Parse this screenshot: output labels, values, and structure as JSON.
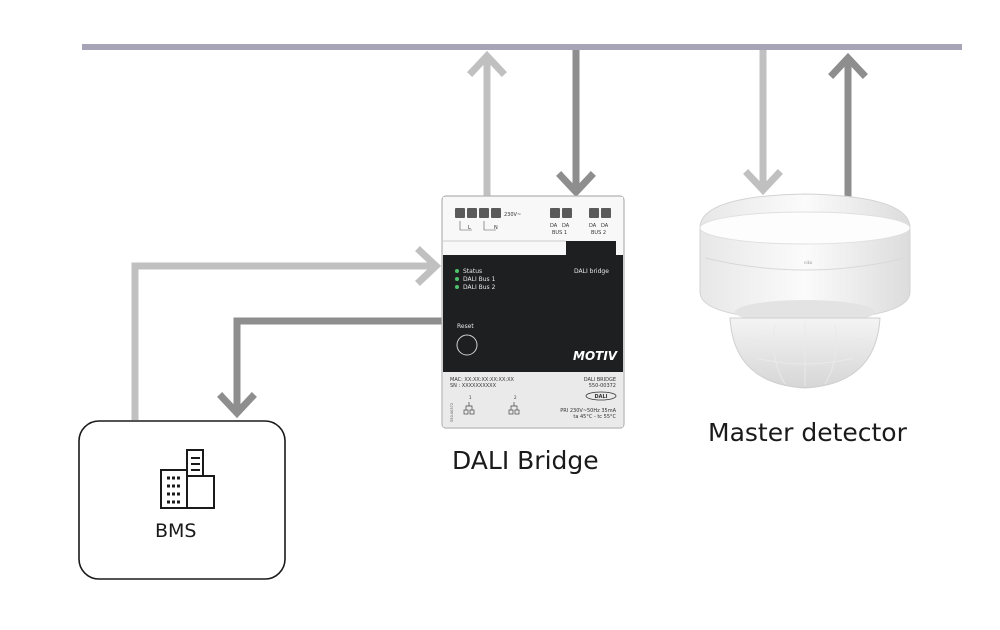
{
  "labels": {
    "bridge": "DALI Bridge",
    "detector": "Master detector",
    "bms": "BMS"
  },
  "device": {
    "terminal_voltage": "230V~",
    "terminal_l": "L",
    "terminal_n": "N",
    "da1a": "DA",
    "da1b": "DA",
    "bus1": "BUS 1",
    "da2a": "DA",
    "da2b": "DA",
    "bus2": "BUS 2",
    "led_status": "Status",
    "led_bus1": "DALI Bus 1",
    "led_bus2": "DALI Bus 2",
    "panel_title": "DALI bridge",
    "reset": "Reset",
    "brand": "MOTIV",
    "mac": "MAC: XX:XX:XX:XX:XX:XX",
    "sn": "SN   : XXXXXXXXXX",
    "model": "DALI BRIDGE",
    "model_no": "550-00372",
    "dali_logo": "DALI",
    "port1": "1",
    "port2": "2",
    "power": "PRI 230V~50Hz 35mA",
    "temp": "ta 45°C - tc 55°C",
    "side_code": "550-00372"
  },
  "detector": {
    "brand": "niko"
  },
  "colors": {
    "bus_line": "#a7a4b8",
    "arrow_light": "#c0c0c0",
    "arrow_dark": "#8e8e8e",
    "panel": "#1e1f21",
    "led": "#4fc36b"
  }
}
